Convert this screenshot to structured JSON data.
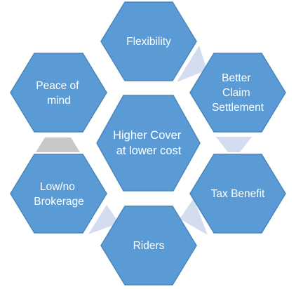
{
  "center": {
    "label_lines": [
      "Higher Cover",
      "at lower cost"
    ]
  },
  "nodes": [
    {
      "id": "flexibility",
      "label_lines": [
        "Flexibility"
      ]
    },
    {
      "id": "better-claim-settlement",
      "label_lines": [
        "Better",
        "Claim",
        "Settlement"
      ]
    },
    {
      "id": "tax-benefit",
      "label_lines": [
        "Tax Benefit"
      ]
    },
    {
      "id": "riders",
      "label_lines": [
        "Riders"
      ]
    },
    {
      "id": "low-no-brokerage",
      "label_lines": [
        "Low/no",
        "Brokerage"
      ]
    },
    {
      "id": "peace-of-mind",
      "label_lines": [
        "Peace of",
        "mind"
      ]
    }
  ],
  "colors": {
    "hex_fill": "#5b9bd5",
    "hex_stroke": "#4a86be",
    "text": "#ffffff",
    "connector_light": "#d3ddef",
    "connector_gray": "#c8c8c8"
  }
}
